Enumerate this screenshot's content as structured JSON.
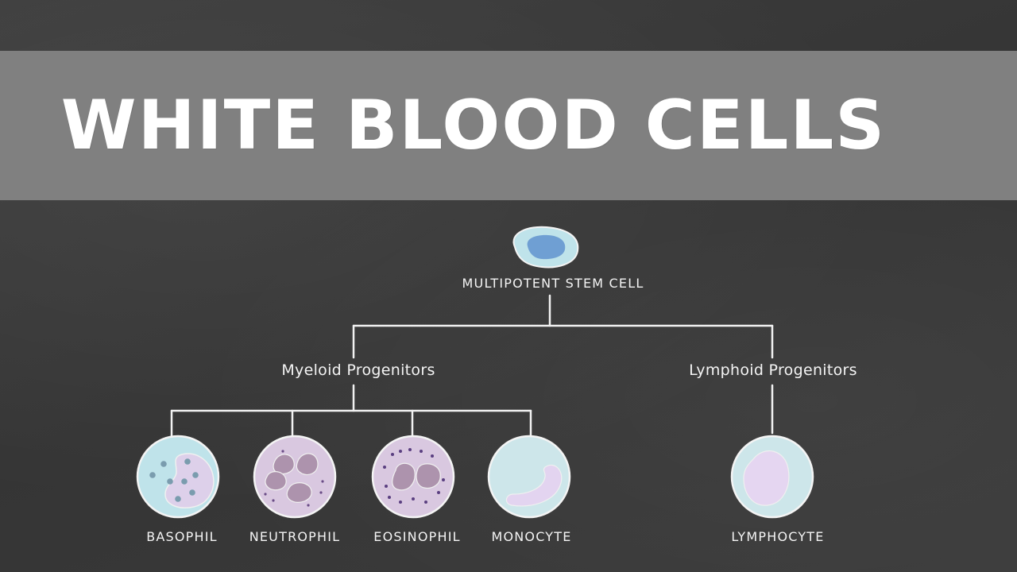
{
  "title": "WHITE BLOOD CELLS",
  "root": {
    "label": "MULTIPOTENT STEM CELL"
  },
  "branches": {
    "myeloid": {
      "label": "Myeloid Progenitors",
      "cells": [
        {
          "label": "BASOPHIL"
        },
        {
          "label": "NEUTROPHIL"
        },
        {
          "label": "EOSINOPHIL"
        },
        {
          "label": "MONOCYTE"
        }
      ]
    },
    "lymphoid": {
      "label": "Lymphoid Progenitors",
      "cells": [
        {
          "label": "LYMPHOCYTE"
        }
      ]
    }
  },
  "colors": {
    "chalkboard": "#3a3a3a",
    "title_band": "#808080",
    "chalk": "#f2f2f2",
    "cell_blue_light": "#bfe3ea",
    "cell_blue_nucleus": "#6f9fd3",
    "cell_lavender": "#d9c8e0",
    "cell_purple_nucleus": "#ad93ad",
    "cell_lymph_nucleus": "#e5d6f1"
  }
}
